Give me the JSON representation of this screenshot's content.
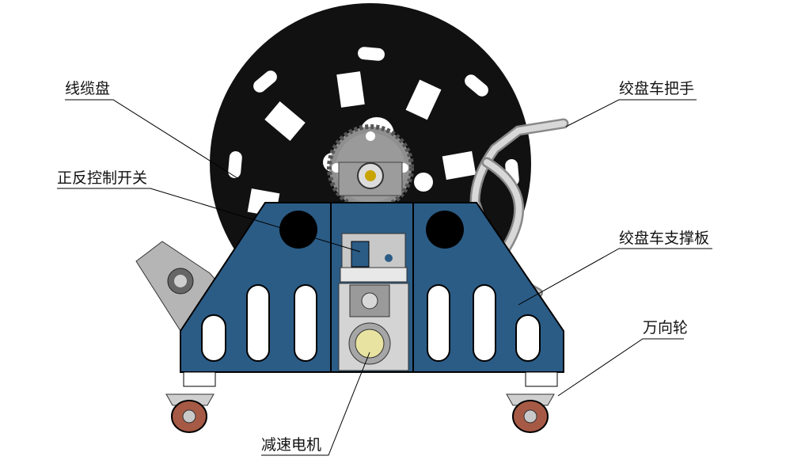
{
  "labels": {
    "cable_reel": "线缆盘",
    "control_switch": "正反控制开关",
    "handle": "绞盘车把手",
    "support_plate": "绞盘车支撑板",
    "caster": "万向轮",
    "motor": "减速电机"
  },
  "colors": {
    "frame_blue": "#2B5C86",
    "reel_black": "#111111",
    "gear_gray": "#8F8F8F",
    "steel_light": "#D4D4D4",
    "wheel_red": "#A65A45",
    "line": "#000000"
  }
}
